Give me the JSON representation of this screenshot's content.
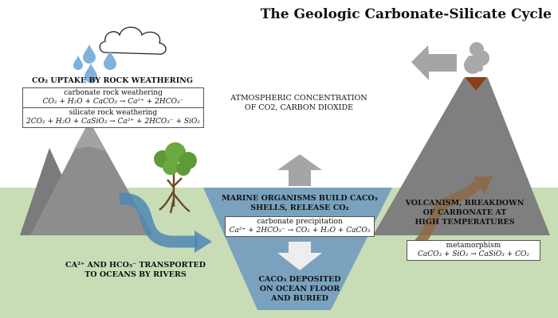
{
  "title": "The Geologic Carbonate-Silicate Cycle",
  "weathering": {
    "heading": "CO₂ UPTAKE BY ROCK WEATHERING",
    "carbonate_label": "carbonate rock weathering",
    "carbonate_eq": "CO₂ + H₂O + CaCO₃ → Ca²⁺ + 2HCO₃⁻",
    "silicate_label": "silicate rock weathering",
    "silicate_eq": "2CO₂ + H₂O + CaSiO₃ → Ca²⁺ + 2HCO₃⁻ + SiO₂"
  },
  "atmosphere": {
    "line1": "ATMOSPHERIC CONCENTRATION",
    "line2": "OF CO2, CARBON DIOXIDE"
  },
  "marine": {
    "line1": "MARINE ORGANISMS BUILD CaCO₃",
    "line2": "SHELLS, RELEASE CO₂",
    "precip_label": "carbonate precipitation",
    "precip_eq": "Ca²⁺ + 2HCO₃⁻ → CO₂ + H₂O + CaCO₃"
  },
  "deposit": {
    "line1": "CaCO₃ DEPOSITED",
    "line2": "ON OCEAN FLOOR",
    "line3": "AND BURIED"
  },
  "rivers": {
    "line1": "Ca²⁺ AND HCO₃⁻ TRANSPORTED",
    "line2": "TO OCEANS BY RIVERS"
  },
  "volcanism": {
    "line1": "VOLCANISM, BREAKDOWN",
    "line2": "OF CARBONATE AT",
    "line3": "HIGH TEMPERATURES",
    "meta_label": "metamorphism",
    "meta_eq": "CaCO₃ + SiO₂ → CaSiO₃ + CO₂"
  },
  "colors": {
    "land": "#c8ddb6",
    "ocean": "#7aa2bf",
    "mountain": "#8a8a8a",
    "arrow_gray": "#a5a5a5",
    "river_arrow": "#4f87b3",
    "magma_arrow": "#8b6a45",
    "rain": "#7fb1db"
  }
}
